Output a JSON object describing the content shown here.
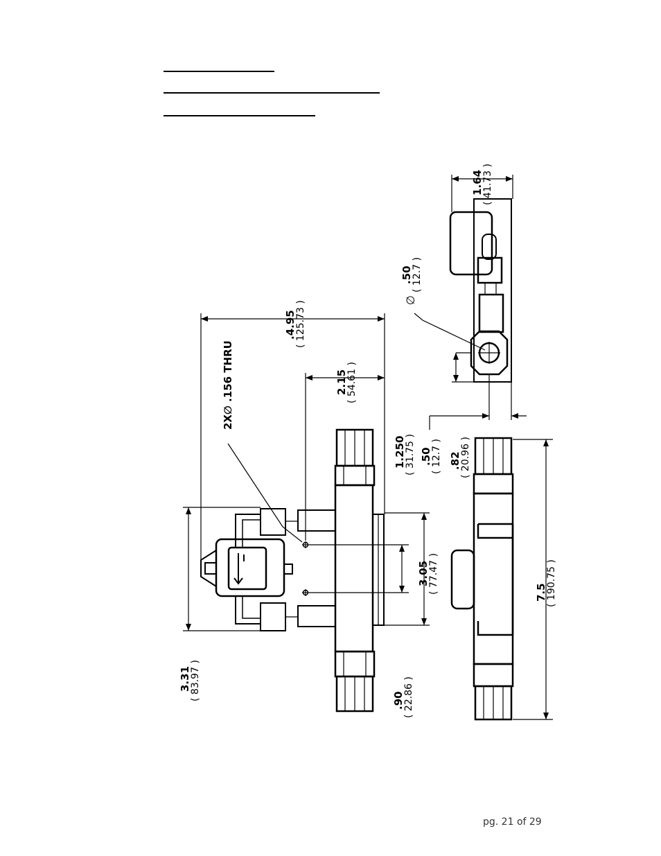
{
  "page": {
    "number_label": "pg. 21 of 29"
  },
  "drawing": {
    "thru_note": "2X∅ .156 THRU",
    "dia_symbol": "∅",
    "dims": {
      "d_495": ".4.95",
      "d_495_mm": "( 125.73 )",
      "d_215": "2.15",
      "d_215_mm": "( 54.61 )",
      "d_1250": "1.250",
      "d_1250_mm": "( 31.75 )",
      "d_050a": ".50",
      "d_050a_mm": "( 12.7 )",
      "d_082": ".82",
      "d_082_mm": "( 20.96 )",
      "d_305": "3.05",
      "d_305_mm": "( 77.47 )",
      "d_331": "3.31",
      "d_331_mm": "( 83.97 )",
      "d_090": ".90",
      "d_090_mm": "( 22.86 )",
      "d_75": "7.5",
      "d_75_mm": "( 190.75 )",
      "d_164": "1.64",
      "d_164_mm": "( 41.73 )",
      "d_050b": ".50",
      "d_050b_mm": "( 12.7 )"
    }
  }
}
